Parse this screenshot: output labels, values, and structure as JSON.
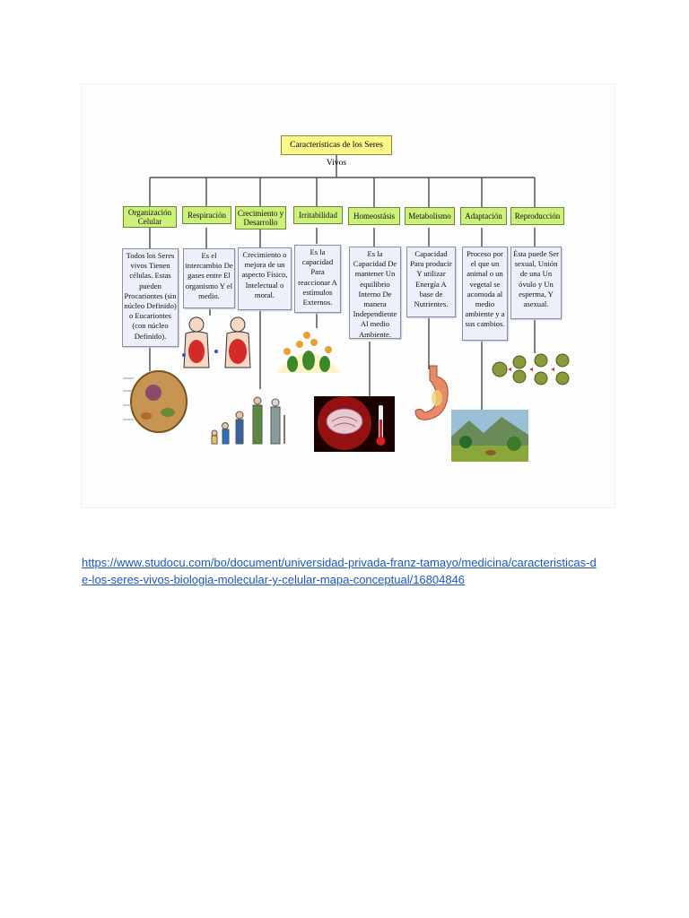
{
  "diagram": {
    "root": "Características de los Seres Vivos",
    "categories": [
      {
        "header": "Organización Celular",
        "text": "Todos los Seres vivos Tienen células. Estas pueden Procariontes (sin núcleo Definido) o Eucariontes (con núcleo Definido)."
      },
      {
        "header": "Respiración",
        "text": "Es el intercambio De gases entre El organismo Y el medio."
      },
      {
        "header": "Crecimiento y Desarrollo",
        "text": "Crecimiento o mejora de un aspecto Físico, Intelectual o moral."
      },
      {
        "header": "Irritabilidad",
        "text": "Es la capacidad Para reaccionar A estímulos Externos."
      },
      {
        "header": "Homeostásis",
        "text": "Es la Capacidad De mantener Un equilibrio Interno De manera Independiente Al medio Ambiente."
      },
      {
        "header": "Metabolismo",
        "text": "Capacidad Para producir Y utilizar Energía A base de Nutrientes."
      },
      {
        "header": "Adaptación",
        "text": "Proceso por el que un animal o un vegetal se acomoda al medio ambiente y a sus cambios."
      },
      {
        "header": "Reproducción",
        "text": "Ésta puede Ser sexual, Unión de una Un óvulo y Un esperma, Y asexual."
      }
    ],
    "illustrations": [
      "cell-illustration",
      "respiration-illustration",
      "human-growth-illustration",
      "plants-illustration",
      "brain-thermometer-illustration",
      "stomach-illustration",
      "ecosystem-illustration",
      "cell-division-illustration"
    ]
  },
  "link": {
    "text": "https://www.studocu.com/bo/document/universidad-privada-franz-tamayo/medicina/caracteristicas-de-los-seres-vivos-biologia-molecular-y-celular-mapa-conceptual/16804846",
    "color": "#1a55c8"
  }
}
